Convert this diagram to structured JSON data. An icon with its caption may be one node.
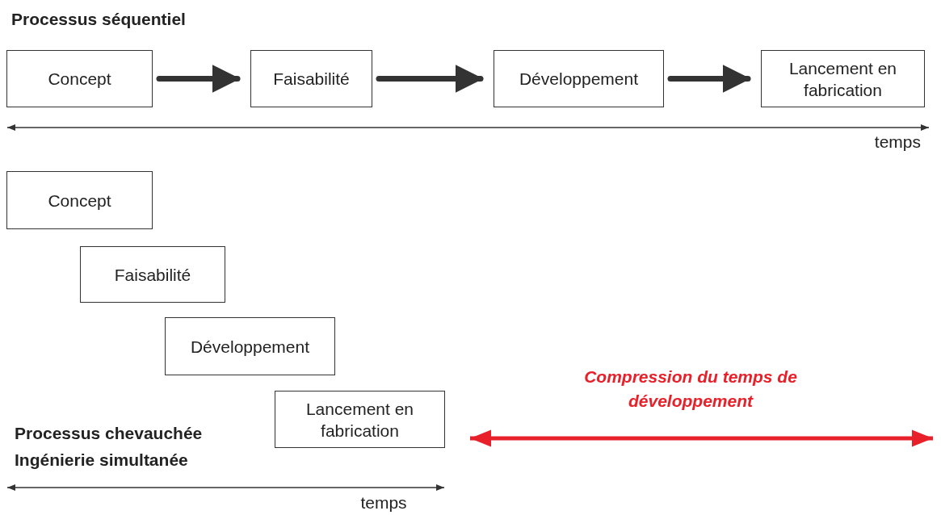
{
  "diagram": {
    "nodes": [
      {
        "text": [
          "Concept"
        ]
      },
      {
        "text": [
          "Faisabilité"
        ]
      },
      {
        "text": [
          "Développement"
        ]
      },
      {
        "text": [
          "Lancement en fabrication"
        ]
      },
      {
        "text": [
          "Concept"
        ]
      },
      {
        "text": [
          "Faisabilité"
        ]
      },
      {
        "text": [
          "Développement"
        ]
      },
      {
        "text": [
          "Lancement en fabrication"
        ]
      }
    ],
    "edges": [
      {
        "from": 0,
        "to": 1,
        "arrow": "to"
      },
      {
        "from": 1,
        "to": 2,
        "arrow": "to"
      },
      {
        "from": 2,
        "to": 3,
        "arrow": "to"
      }
    ],
    "labels": [
      "Processus séquentiel",
      "temps",
      "Compression du temps de développement",
      "Processus chevauchée",
      "Ingénierie simultanée",
      "temps"
    ]
  }
}
